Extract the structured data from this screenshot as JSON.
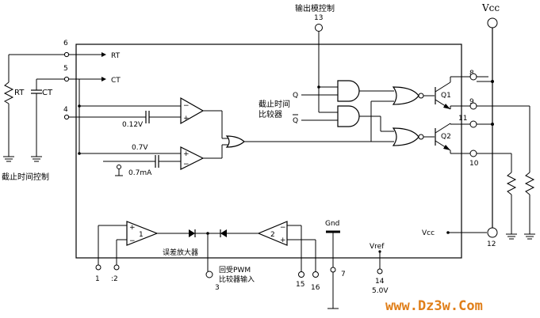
{
  "labels": {
    "output_control": "输出模控制",
    "pin13": "13",
    "vcc_top": "Vcc",
    "pin6": "6",
    "rt_pin": "RT",
    "pin5": "5",
    "ct_pin": "CT",
    "rt_ext": "RT",
    "ct_ext": "CT",
    "pin4": "4",
    "v012": "0.12V",
    "v07": "0.7V",
    "ma07": "0.7mA",
    "deadtime_ctrl": "截止时间控制",
    "deadtime_comp_1": "截止时间",
    "deadtime_comp_2": "比较器",
    "q": "Q",
    "qbar": "Q",
    "q1": "Q1",
    "q2": "Q2",
    "pin8": "8",
    "pin9": "9",
    "pin11": "11",
    "pin10": "10",
    "amp1": "1",
    "amp2": "2",
    "err_amp": "误差放大器",
    "gnd": "Gnd",
    "vref": "Vref",
    "vcc_inner": "Vcc",
    "pin12": "12",
    "pin1": "1",
    "pin2": ":2",
    "pin3": "3",
    "fb_1": "回受PWM",
    "fb_2": "比较器输入",
    "pin15": "15",
    "pin16": "16",
    "pin7": "7",
    "pin14": "14",
    "v50": "5.0V",
    "watermark": "www.Dz3w.Com"
  }
}
